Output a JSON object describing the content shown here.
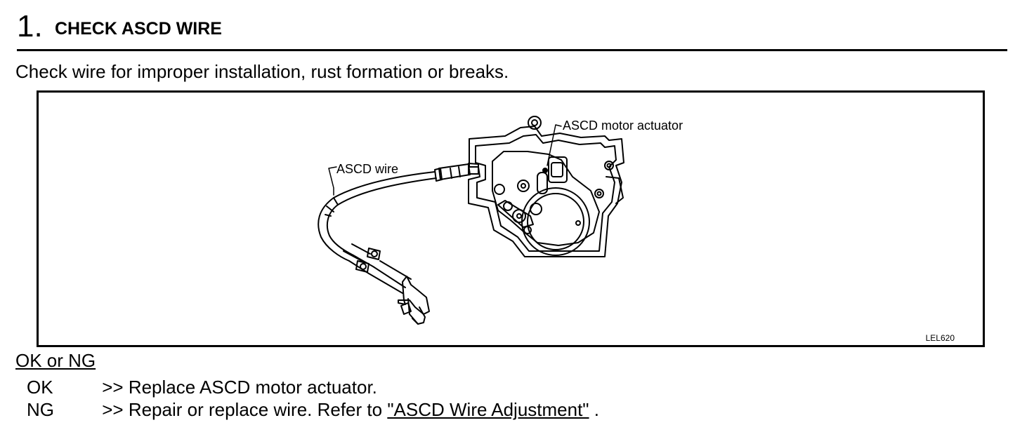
{
  "step": {
    "number": "1.",
    "title": "CHECK ASCD WIRE"
  },
  "instruction": "Check wire for improper installation, rust formation or breaks.",
  "figure": {
    "labels": {
      "wire": "ASCD wire",
      "motor_actuator": "ASCD motor actuator"
    },
    "code": "LEL620"
  },
  "judgement": "OK or NG",
  "results": [
    {
      "code": "OK",
      "text": ">> Replace ASCD motor actuator."
    },
    {
      "code": "NG",
      "text": ">> Repair or replace wire. Refer to",
      "link": "\"ASCD Wire Adjustment\"",
      "suffix": " ."
    }
  ]
}
